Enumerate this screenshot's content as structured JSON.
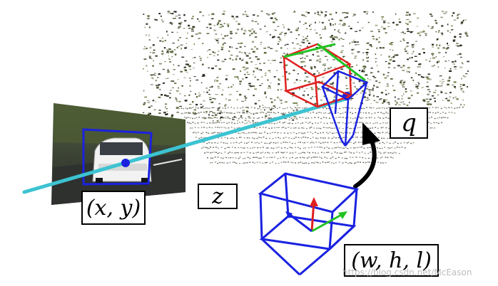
{
  "labels": {
    "q": "q",
    "z": "z",
    "xy": "(x, y)",
    "whl": "(w, h, l)"
  },
  "watermark": "https://blog.csdn.net/McEason",
  "colors": {
    "ray": "#3cc3d2",
    "box_blue": "#1a22e0",
    "box_red": "#e01f1f",
    "box_green": "#22c322",
    "axis_red": "#e01f1f",
    "axis_green": "#22c322",
    "axis_blue": "#1a22e0",
    "arrow": "#000000"
  },
  "icons": {
    "point_cloud": "lidar-point-cloud",
    "car_photo": "car-photo",
    "curved_arrow": "curved-arrow-icon"
  }
}
